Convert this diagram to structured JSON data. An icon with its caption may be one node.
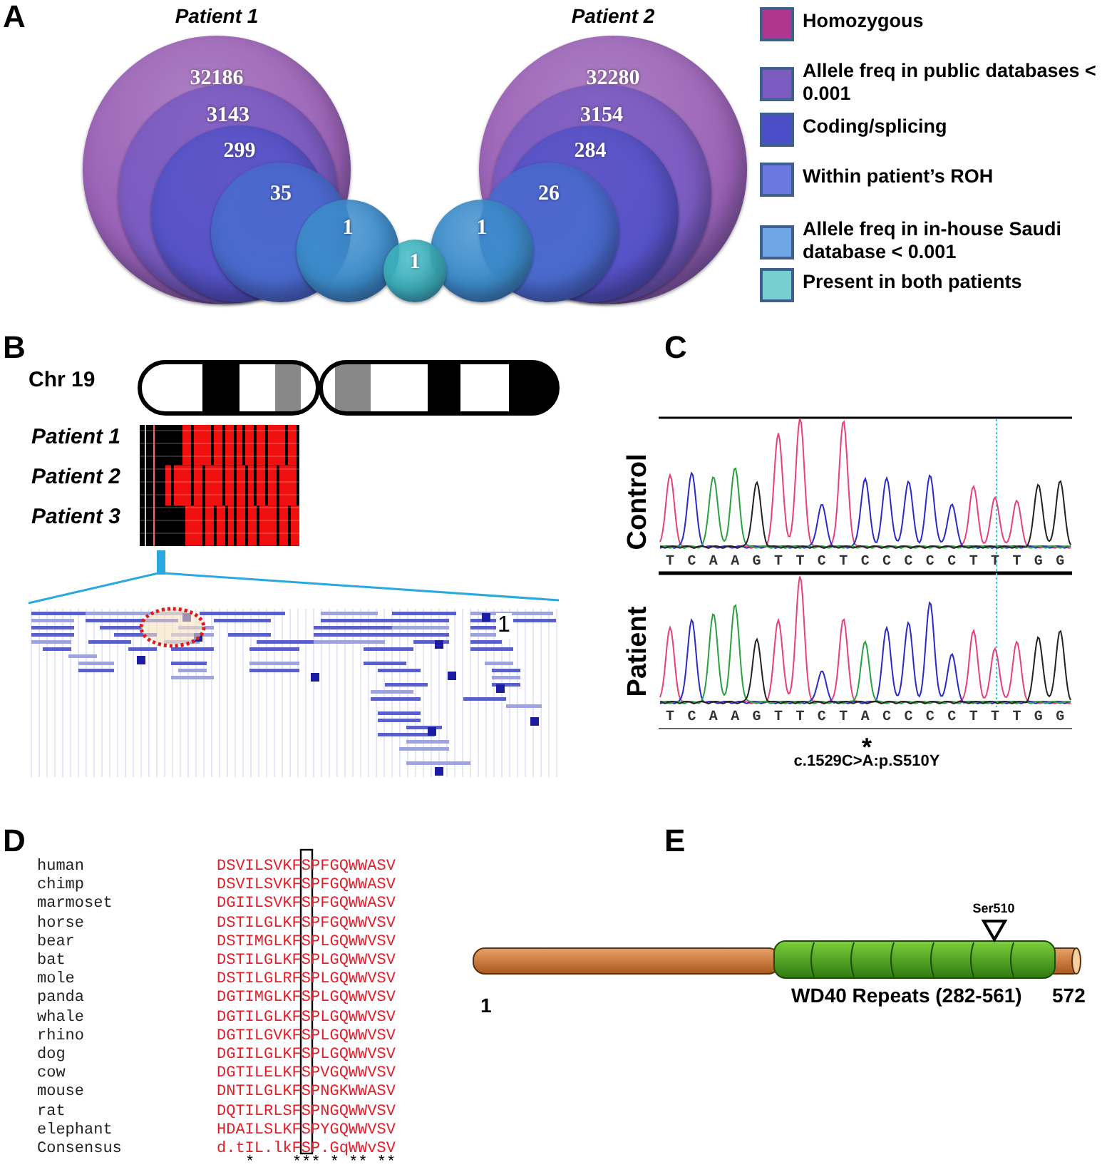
{
  "diagram": {
    "nodes": [
      {
        "text": [
          "32186"
        ]
      },
      {
        "text": [
          "3143"
        ],
        "in": 0
      },
      {
        "text": [
          "299"
        ],
        "in": 1
      },
      {
        "text": [
          "35"
        ],
        "in": 0
      },
      {
        "text": [
          "1"
        ]
      },
      {
        "text": [
          "1"
        ]
      },
      {
        "text": [
          "1"
        ]
      },
      {
        "text": [
          "32280"
        ]
      },
      {
        "text": [
          "3154"
        ],
        "in": 7
      },
      {
        "text": [
          "284"
        ],
        "in": 8
      },
      {
        "text": [
          "26"
        ],
        "in": 7
      }
    ],
    "labels": [
      "A",
      "Patient 1",
      "Patient 2",
      "B",
      "Chr 19",
      "Patient 1",
      "Patient 2",
      "Patient 3",
      "1",
      "C",
      "Control",
      "T C A A G T T C T C C C C C T T T G G",
      "Patient",
      "T C A A G T T C T A C C C C T T T G G",
      "*",
      "c.1529C>A:p.S510Y",
      "D",
      "human",
      "DSVILSVKFSPFGQWWASV",
      "chimp",
      "DSVILSVKFSPFGQWWASV",
      "marmoset",
      "DGIILSVKFSPFGQWWASV",
      "horse",
      "DSTILGLKFSPFGQWWVSV",
      "bear",
      "DSTIMGLKFSPLGQWWVSV",
      "bat",
      "DSTILGLKFSPLGQWWVSV",
      "mole",
      "DSTILGLRFSPLGQWWVSV",
      "panda",
      "DGTIMGLKFSPLGQWWVSV",
      "whale",
      "DGTILGLKFSPLGQWWVSV",
      "rhino",
      "DGTILGVKFSPLGQWWVSV",
      "dog",
      "DGIILGLKFSPLGQWWVSV",
      "cow",
      "DGTILELKFSPVGQWWVSV",
      "mouse",
      "DNTILGLKFSPNGKWWASV",
      "rat",
      "DQTILRLSFSPNGQWWVSV",
      "elephant",
      "HDAILSLKFSPYGQWWVSV",
      "Consensus",
      "d.tIL.lkFSP.GqWWvSV",
      "*    *** * ** **",
      "E",
      "Ser510",
      "1",
      "WD40 Repeats (282-561)",
      "572"
    ],
    "legend": [
      {
        "text": "Homozygous",
        "color": "#b0358c"
      },
      {
        "text": "Allele freq in public databases < 0.001",
        "color": "#7c5cc0"
      },
      {
        "text": "Coding/splicing",
        "color": "#4a4fc8"
      },
      {
        "text": "Within patient’s ROH",
        "color": "#6b78e0"
      },
      {
        "text": "Allele freq in in-house Saudi database < 0.001",
        "color": "#6fa6e4"
      },
      {
        "text": "Present in both patients",
        "color": "#78cfcf"
      }
    ]
  }
}
